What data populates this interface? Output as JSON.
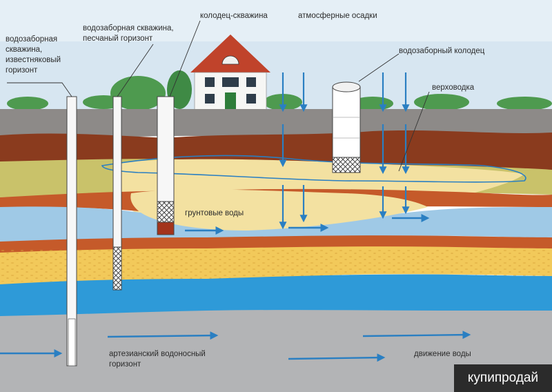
{
  "labels": {
    "limestone_well": [
      "водозаборная",
      "скважина,",
      "известняковый",
      "горизонт"
    ],
    "sand_well": [
      "водозаборная скважина,",
      "песчаный горизонт"
    ],
    "well_borehole": "колодец-скважина",
    "precipitation": "атмосферные осадки",
    "intake_well": "водозаборный колодец",
    "perched_water": "верховодка",
    "groundwater": "грунтовые воды",
    "artesian": [
      "артезианский водоносный",
      "горизонт"
    ],
    "water_flow": "движение воды"
  },
  "watermark": "купипродай",
  "colors": {
    "sky": "#d7e6f1",
    "topsoil": "#8d8a88",
    "clay": "#8a3b1e",
    "sand_olive": "#c9c26a",
    "light_sand": "#f3e1a1",
    "aquifer_blue": "#9fc9e6",
    "rust_band": "#c55a2a",
    "yellow_sand": "#f2c95a",
    "deep_blue": "#2e9ad8",
    "bedrock": "#b3b4b6",
    "arrow_blue": "#2a7fc2",
    "grass": "#4e9a4f"
  },
  "icons": [
    "house-icon",
    "flow-arrow-icon",
    "rain-arrow-icon"
  ]
}
